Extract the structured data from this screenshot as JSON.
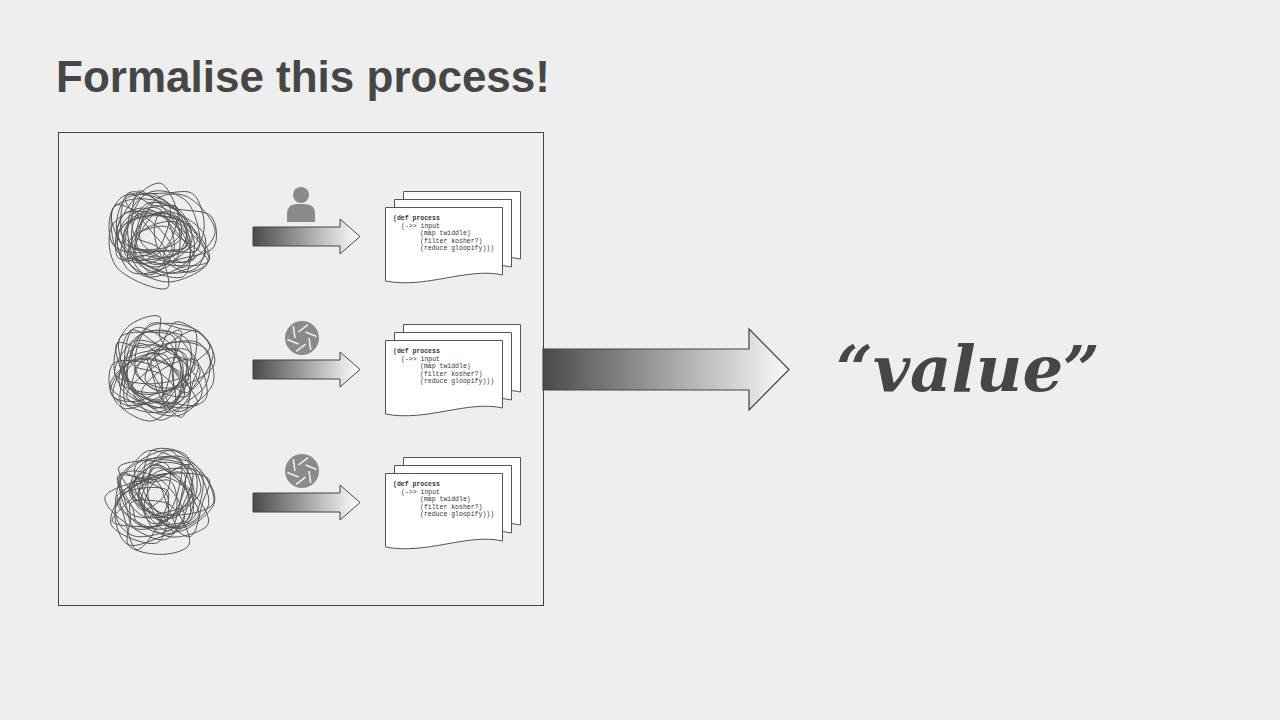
{
  "diagram": {
    "title": "Formalise this process!",
    "nodes": [
      {
        "text": [
          "(def process",
          "(->> input",
          "(map twiddle)",
          "(filter kosher?)",
          "(reduce gloopify)))"
        ]
      },
      {
        "text": [
          "(def process",
          "(->> input",
          "(map twiddle)",
          "(filter kosher?)",
          "(reduce gloopify)))"
        ]
      },
      {
        "text": [
          "(def process",
          "(->> input",
          "(map twiddle)",
          "(filter kosher?)",
          "(reduce gloopify)))"
        ]
      }
    ],
    "labels": [
      "“value”"
    ]
  }
}
